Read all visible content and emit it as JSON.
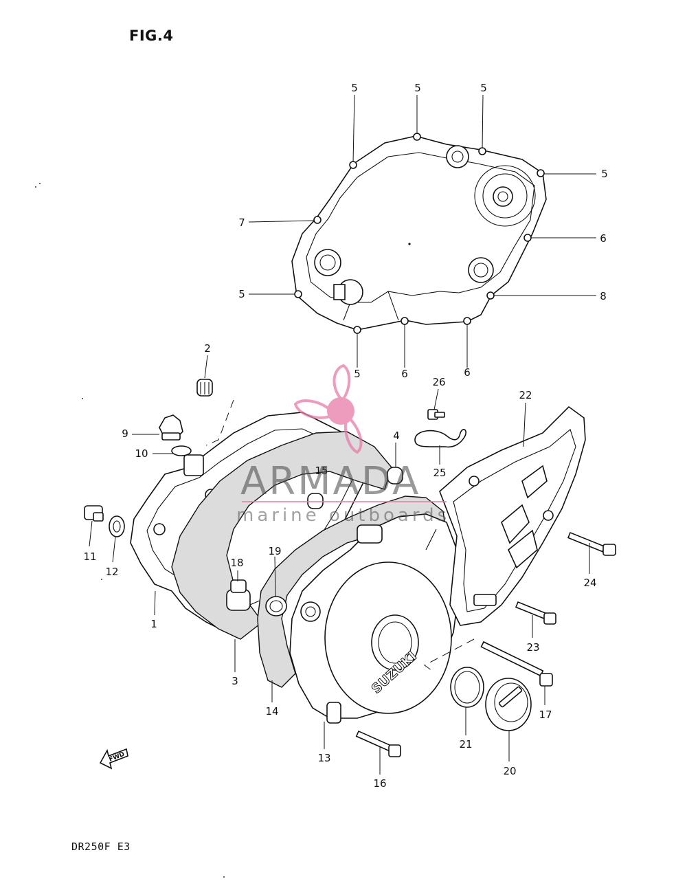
{
  "figure": {
    "title": "FIG.4",
    "model": "DR250F  E3"
  },
  "watermark": {
    "brand": "ARMADA",
    "subtitle": "marine outboards",
    "accent_color": "#e87ba8"
  },
  "fwd_label": "FWD",
  "emblem_text": "SUZUKI",
  "part_labels": [
    "5",
    "5",
    "5",
    "5",
    "7",
    "6",
    "5",
    "8",
    "5",
    "6",
    "6",
    "2",
    "26",
    "22",
    "9",
    "4",
    "10",
    "15",
    "25",
    "11",
    "19",
    "12",
    "18",
    "24",
    "1",
    "23",
    "3",
    "14",
    "17",
    "13",
    "21",
    "20",
    "16"
  ]
}
